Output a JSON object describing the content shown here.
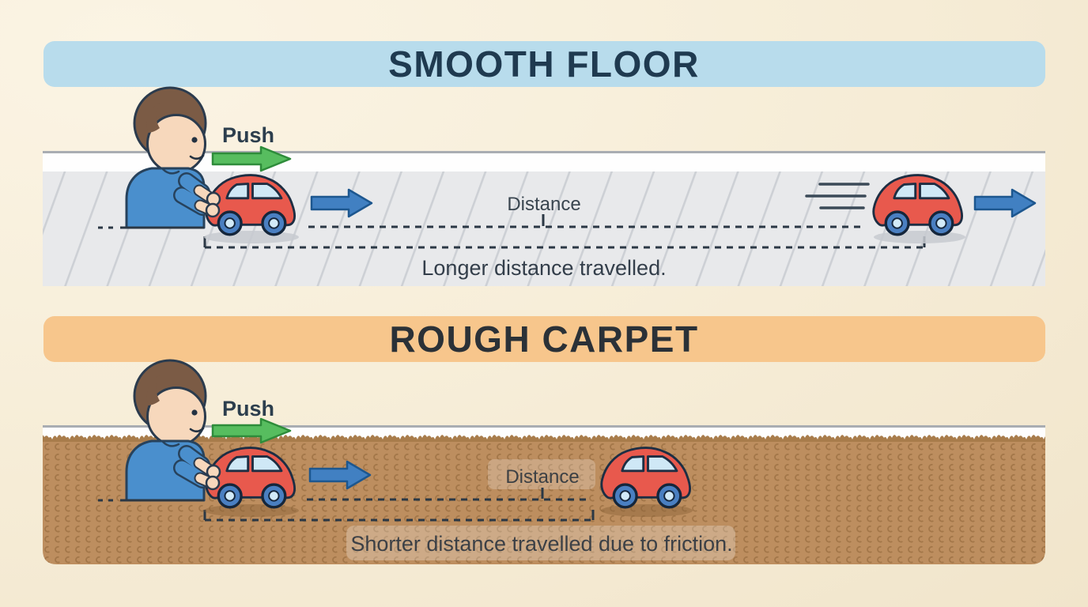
{
  "poster": {
    "background": "#f7eed9"
  },
  "panels": [
    {
      "title": "SMOOTH FLOOR",
      "banner_color": "#b8dcec",
      "title_color": "#1f3a50",
      "push_label": "Push",
      "distance_label": "Distance",
      "caption": "Longer distance travelled."
    },
    {
      "title": "ROUGH CARPET",
      "banner_color": "#f7c68c",
      "title_color": "#2b3137",
      "push_label": "Push",
      "distance_label": "Distance",
      "caption": "Shorter distance travelled due to friction."
    }
  ],
  "colors": {
    "wall_white": "#fefefe",
    "wall_line": "#a9adb2",
    "floor_gray": "#e8e9eb",
    "floor_plank_line": "#cdd0d5",
    "carpet_brown": "#bd8e5f",
    "carpet_texture": "#8a5f33",
    "push_arrow_green": "#57bd5f",
    "motion_arrow_blue": "#4180c2",
    "car_red": "#e8594d",
    "outline_dark": "#1d2e43",
    "dashed_line": "#2b3845",
    "text_dark": "#2c3e4d"
  },
  "icons": {
    "push_arrow": "green-right-arrow-icon",
    "motion_arrow": "blue-right-arrow-icon",
    "speed_lines": "motion-speed-lines-icon"
  }
}
